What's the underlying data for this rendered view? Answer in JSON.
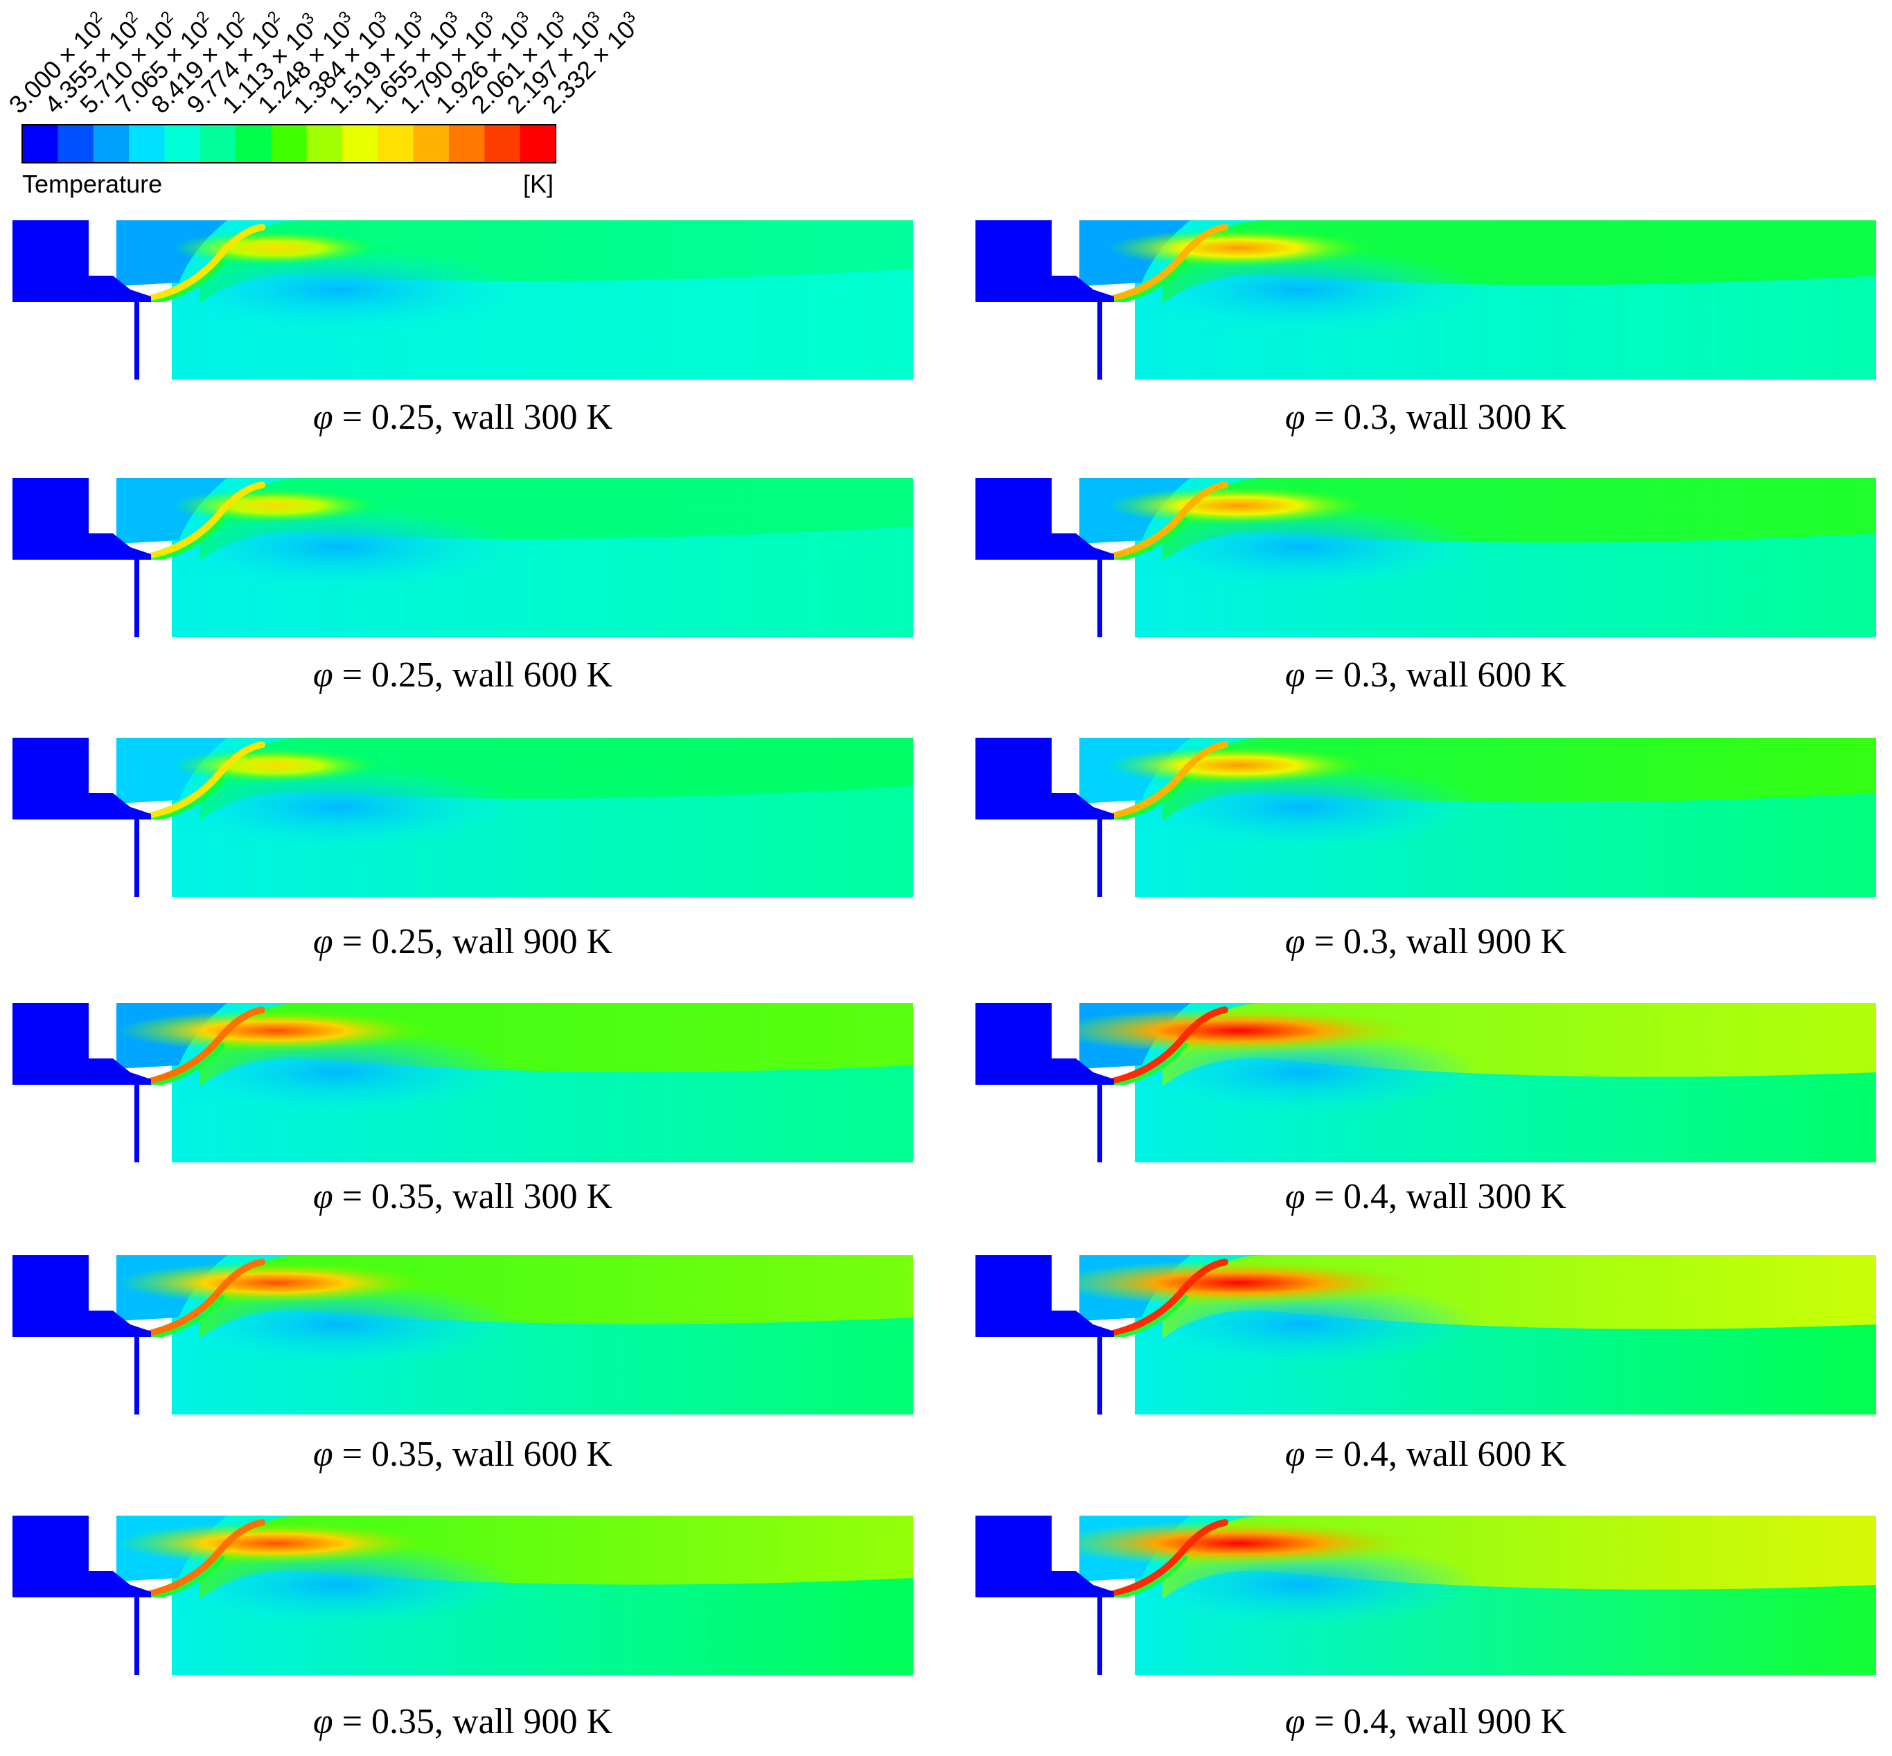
{
  "legend": {
    "ticks": [
      {
        "mantissa": "3.000",
        "exp": "2"
      },
      {
        "mantissa": "4.355",
        "exp": "2"
      },
      {
        "mantissa": "5.710",
        "exp": "2"
      },
      {
        "mantissa": "7.065",
        "exp": "2"
      },
      {
        "mantissa": "8.419",
        "exp": "2"
      },
      {
        "mantissa": "9.774",
        "exp": "2"
      },
      {
        "mantissa": "1.113",
        "exp": "3"
      },
      {
        "mantissa": "1.248",
        "exp": "3"
      },
      {
        "mantissa": "1.384",
        "exp": "3"
      },
      {
        "mantissa": "1.519",
        "exp": "3"
      },
      {
        "mantissa": "1.655",
        "exp": "3"
      },
      {
        "mantissa": "1.790",
        "exp": "3"
      },
      {
        "mantissa": "1.926",
        "exp": "3"
      },
      {
        "mantissa": "2.061",
        "exp": "3"
      },
      {
        "mantissa": "2.197",
        "exp": "3"
      },
      {
        "mantissa": "2.332",
        "exp": "3"
      }
    ],
    "title": "Temperature",
    "unit": "[K]",
    "range_K": [
      300,
      2332
    ],
    "colors": [
      "#0000ff",
      "#0050ff",
      "#00a0ff",
      "#00e0ff",
      "#00ffd8",
      "#00ff9a",
      "#00ff4a",
      "#40ff00",
      "#a0ff00",
      "#e8ff00",
      "#ffe000",
      "#ffb000",
      "#ff7800",
      "#ff3c00",
      "#ff0000"
    ]
  },
  "panels": [
    {
      "phi_symbol": "φ",
      "rest": " = 0.25, wall 300 K",
      "phi": 0.25,
      "wall_K": 300
    },
    {
      "phi_symbol": "φ",
      "rest": " = 0.3, wall 300 K",
      "phi": 0.3,
      "wall_K": 300
    },
    {
      "phi_symbol": "φ",
      "rest": " = 0.25, wall 600 K",
      "phi": 0.25,
      "wall_K": 600
    },
    {
      "phi_symbol": "φ",
      "rest": " = 0.3, wall 600 K",
      "phi": 0.3,
      "wall_K": 600
    },
    {
      "phi_symbol": "φ",
      "rest": " = 0.25, wall 900 K",
      "phi": 0.25,
      "wall_K": 900
    },
    {
      "phi_symbol": "φ",
      "rest": " = 0.3, wall 900 K",
      "phi": 0.3,
      "wall_K": 900
    },
    {
      "phi_symbol": "φ",
      "rest": " = 0.35, wall 300 K",
      "phi": 0.35,
      "wall_K": 300
    },
    {
      "phi_symbol": "φ",
      "rest": " = 0.4, wall 300 K",
      "phi": 0.4,
      "wall_K": 300
    },
    {
      "phi_symbol": "φ",
      "rest": " = 0.35, wall 600 K",
      "phi": 0.35,
      "wall_K": 600
    },
    {
      "phi_symbol": "φ",
      "rest": " = 0.4, wall 600 K",
      "phi": 0.4,
      "wall_K": 600
    },
    {
      "phi_symbol": "φ",
      "rest": " = 0.35, wall 900 K",
      "phi": 0.35,
      "wall_K": 900
    },
    {
      "phi_symbol": "φ",
      "rest": " = 0.4, wall 900 K",
      "phi": 0.4,
      "wall_K": 900
    }
  ]
}
